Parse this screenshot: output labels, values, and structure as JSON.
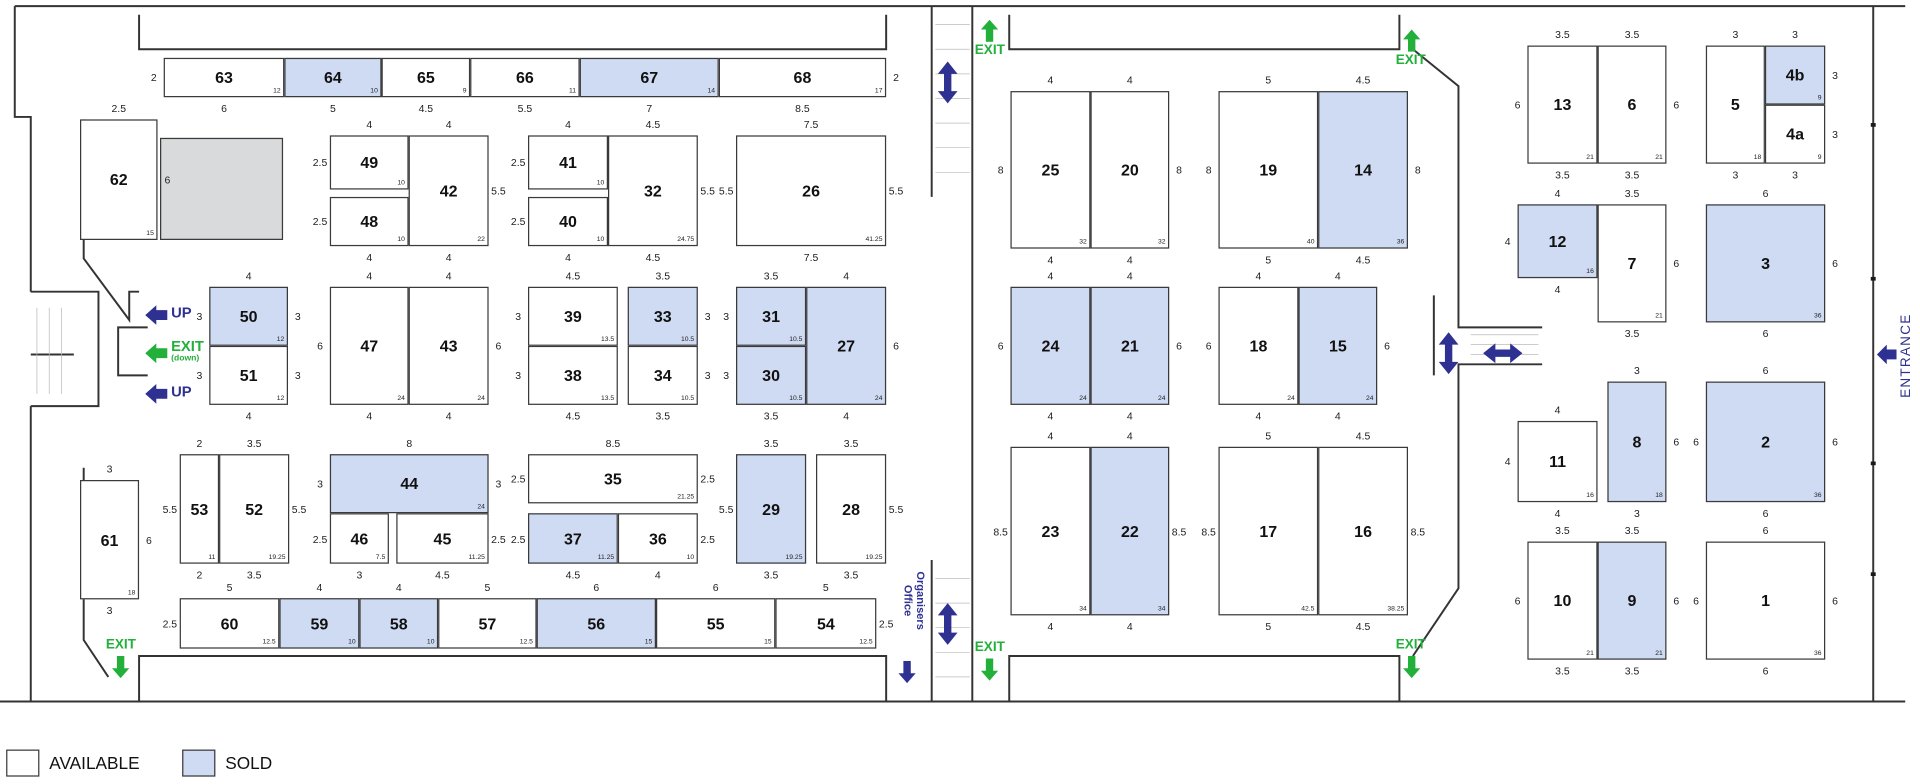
{
  "colors": {
    "sold": "#cfdaf3",
    "available": "#ffffff",
    "arrow_blue": "#2e3192",
    "exit_green": "#22b03a"
  },
  "labels": {
    "exit": "EXIT",
    "exit_down": "(down)",
    "up": "UP",
    "organisers": "Organisers",
    "office": "Office",
    "entrance": "ENTRANCE"
  },
  "legend": {
    "available": "AVAILABLE",
    "sold": "SOLD"
  },
  "booths": [
    {
      "n": "63",
      "area": "12",
      "sold": false,
      "dims": {
        "l": "2",
        "b": "6"
      }
    },
    {
      "n": "64",
      "area": "10",
      "sold": true,
      "dims": {
        "b": "5"
      }
    },
    {
      "n": "65",
      "area": "9",
      "sold": false,
      "dims": {
        "b": "4.5"
      }
    },
    {
      "n": "66",
      "area": "11",
      "sold": false,
      "dims": {
        "b": "5.5"
      }
    },
    {
      "n": "67",
      "area": "14",
      "sold": true,
      "dims": {
        "b": "7"
      }
    },
    {
      "n": "68",
      "area": "17",
      "sold": false,
      "dims": {
        "b": "8.5",
        "r": "2"
      }
    },
    {
      "n": "62",
      "area": "15",
      "sold": false,
      "dims": {
        "t": "2.5",
        "r": "6"
      }
    },
    {
      "n": "49",
      "area": "10",
      "sold": false,
      "dims": {
        "t": "4",
        "l": "2.5"
      }
    },
    {
      "n": "48",
      "area": "10",
      "sold": false,
      "dims": {
        "b": "4",
        "l": "2.5"
      }
    },
    {
      "n": "42",
      "area": "22",
      "sold": false,
      "dims": {
        "t": "4",
        "b": "4",
        "r": "5.5"
      }
    },
    {
      "n": "41",
      "area": "10",
      "sold": false,
      "dims": {
        "t": "4",
        "l": "2.5"
      }
    },
    {
      "n": "40",
      "area": "10",
      "sold": false,
      "dims": {
        "b": "4",
        "l": "2.5"
      }
    },
    {
      "n": "32",
      "area": "24.75",
      "sold": false,
      "dims": {
        "t": "4.5",
        "b": "4.5",
        "r": "5.5"
      }
    },
    {
      "n": "26",
      "area": "41.25",
      "sold": false,
      "dims": {
        "t": "7.5",
        "b": "7.5",
        "l": "5.5",
        "r": "5.5"
      }
    },
    {
      "n": "50",
      "area": "12",
      "sold": true,
      "dims": {
        "t": "4",
        "l": "3",
        "r": "3"
      }
    },
    {
      "n": "51",
      "area": "12",
      "sold": false,
      "dims": {
        "b": "4",
        "l": "3",
        "r": "3"
      }
    },
    {
      "n": "47",
      "area": "24",
      "sold": false,
      "dims": {
        "t": "4",
        "b": "4",
        "l": "6"
      }
    },
    {
      "n": "43",
      "area": "24",
      "sold": false,
      "dims": {
        "t": "4",
        "b": "4",
        "r": "6"
      }
    },
    {
      "n": "39",
      "area": "13.5",
      "sold": false,
      "dims": {
        "t": "4.5",
        "l": "3"
      }
    },
    {
      "n": "38",
      "area": "13.5",
      "sold": false,
      "dims": {
        "b": "4.5",
        "l": "3"
      }
    },
    {
      "n": "33",
      "area": "10.5",
      "sold": true,
      "dims": {
        "t": "3.5",
        "r": "3"
      }
    },
    {
      "n": "34",
      "area": "10.5",
      "sold": false,
      "dims": {
        "b": "3.5",
        "r": "3"
      }
    },
    {
      "n": "31",
      "area": "10.5",
      "sold": true,
      "dims": {
        "t": "3.5",
        "l": "3"
      }
    },
    {
      "n": "30",
      "area": "10.5",
      "sold": true,
      "dims": {
        "b": "3.5",
        "l": "3"
      }
    },
    {
      "n": "27",
      "area": "24",
      "sold": true,
      "dims": {
        "t": "4",
        "b": "4",
        "r": "6"
      }
    },
    {
      "n": "61",
      "area": "18",
      "sold": false,
      "dims": {
        "t": "3",
        "b": "3",
        "r": "6"
      }
    },
    {
      "n": "53",
      "area": "11",
      "sold": false,
      "dims": {
        "t": "2",
        "b": "2",
        "l": "5.5"
      }
    },
    {
      "n": "52",
      "area": "19.25",
      "sold": false,
      "dims": {
        "t": "3.5",
        "b": "3.5",
        "r": "5.5"
      }
    },
    {
      "n": "44",
      "area": "24",
      "sold": true,
      "dims": {
        "t": "8",
        "l": "3",
        "r": "3"
      }
    },
    {
      "n": "46",
      "area": "7.5",
      "sold": false,
      "dims": {
        "b": "3",
        "l": "2.5"
      }
    },
    {
      "n": "45",
      "area": "11.25",
      "sold": false,
      "dims": {
        "b": "4.5",
        "r": "2.5"
      }
    },
    {
      "n": "35",
      "area": "21.25",
      "sold": false,
      "dims": {
        "t": "8.5",
        "l": "2.5",
        "r": "2.5"
      }
    },
    {
      "n": "37",
      "area": "11.25",
      "sold": true,
      "dims": {
        "b": "4.5",
        "l": "2.5"
      }
    },
    {
      "n": "36",
      "area": "10",
      "sold": false,
      "dims": {
        "b": "4",
        "r": "2.5"
      }
    },
    {
      "n": "29",
      "area": "19.25",
      "sold": true,
      "dims": {
        "t": "3.5",
        "b": "3.5",
        "l": "5.5"
      }
    },
    {
      "n": "28",
      "area": "19.25",
      "sold": false,
      "dims": {
        "t": "3.5",
        "b": "3.5",
        "r": "5.5"
      }
    },
    {
      "n": "60",
      "area": "12.5",
      "sold": false,
      "dims": {
        "t": "5",
        "l": "2.5"
      }
    },
    {
      "n": "59",
      "area": "10",
      "sold": true,
      "dims": {
        "t": "4"
      }
    },
    {
      "n": "58",
      "area": "10",
      "sold": true,
      "dims": {
        "t": "4"
      }
    },
    {
      "n": "57",
      "area": "12.5",
      "sold": false,
      "dims": {
        "t": "5"
      }
    },
    {
      "n": "56",
      "area": "15",
      "sold": true,
      "dims": {
        "t": "6"
      }
    },
    {
      "n": "55",
      "area": "15",
      "sold": false,
      "dims": {
        "t": "6"
      }
    },
    {
      "n": "54",
      "area": "12.5",
      "sold": false,
      "dims": {
        "t": "5",
        "r": "2.5"
      }
    },
    {
      "n": "25",
      "area": "32",
      "sold": false,
      "dims": {
        "t": "4",
        "b": "4",
        "l": "8"
      }
    },
    {
      "n": "20",
      "area": "32",
      "sold": false,
      "dims": {
        "t": "4",
        "b": "4",
        "r": "8"
      }
    },
    {
      "n": "19",
      "area": "40",
      "sold": false,
      "dims": {
        "t": "5",
        "b": "5",
        "l": "8"
      }
    },
    {
      "n": "14",
      "area": "36",
      "sold": true,
      "dims": {
        "t": "4.5",
        "b": "4.5",
        "r": "8"
      }
    },
    {
      "n": "24",
      "area": "24",
      "sold": true,
      "dims": {
        "t": "4",
        "b": "4",
        "l": "6"
      }
    },
    {
      "n": "21",
      "area": "24",
      "sold": true,
      "dims": {
        "t": "4",
        "b": "4",
        "r": "6"
      }
    },
    {
      "n": "18",
      "area": "24",
      "sold": false,
      "dims": {
        "t": "4",
        "b": "4",
        "l": "6"
      }
    },
    {
      "n": "15",
      "area": "24",
      "sold": true,
      "dims": {
        "t": "4",
        "b": "4",
        "r": "6"
      }
    },
    {
      "n": "23",
      "area": "34",
      "sold": false,
      "dims": {
        "t": "4",
        "b": "4",
        "l": "8.5"
      }
    },
    {
      "n": "22",
      "area": "34",
      "sold": true,
      "dims": {
        "t": "4",
        "b": "4",
        "r": "8.5"
      }
    },
    {
      "n": "17",
      "area": "42.5",
      "sold": false,
      "dims": {
        "t": "5",
        "b": "5",
        "l": "8.5"
      }
    },
    {
      "n": "16",
      "area": "38.25",
      "sold": false,
      "dims": {
        "t": "4.5",
        "b": "4.5",
        "r": "8.5"
      }
    },
    {
      "n": "13",
      "area": "21",
      "sold": false,
      "dims": {
        "t": "3.5",
        "b": "3.5",
        "l": "6"
      }
    },
    {
      "n": "6",
      "area": "21",
      "sold": false,
      "dims": {
        "t": "3.5",
        "b": "3.5",
        "r": "6"
      }
    },
    {
      "n": "5",
      "area": "18",
      "sold": false,
      "dims": {
        "t": "3",
        "b": "3"
      }
    },
    {
      "n": "4b",
      "area": "9",
      "sold": true,
      "dims": {
        "t": "3",
        "r": "3"
      }
    },
    {
      "n": "4a",
      "area": "9",
      "sold": false,
      "dims": {
        "b": "3",
        "r": "3"
      }
    },
    {
      "n": "12",
      "area": "16",
      "sold": true,
      "dims": {
        "t": "4",
        "b": "4",
        "l": "4"
      }
    },
    {
      "n": "7",
      "area": "21",
      "sold": false,
      "dims": {
        "t": "3.5",
        "b": "3.5",
        "r": "6"
      }
    },
    {
      "n": "3",
      "area": "36",
      "sold": true,
      "dims": {
        "t": "6",
        "b": "6",
        "r": "6"
      }
    },
    {
      "n": "11",
      "area": "16",
      "sold": false,
      "dims": {
        "t": "4",
        "b": "4",
        "l": "4"
      }
    },
    {
      "n": "8",
      "area": "18",
      "sold": true,
      "dims": {
        "t": "3",
        "b": "3",
        "r": "6"
      }
    },
    {
      "n": "2",
      "area": "36",
      "sold": true,
      "dims": {
        "t": "6",
        "b": "6",
        "l": "6",
        "r": "6"
      }
    },
    {
      "n": "10",
      "area": "21",
      "sold": false,
      "dims": {
        "t": "3.5",
        "b": "3.5",
        "l": "6"
      }
    },
    {
      "n": "9",
      "area": "21",
      "sold": true,
      "dims": {
        "t": "3.5",
        "b": "3.5",
        "r": "6"
      }
    },
    {
      "n": "1",
      "area": "36",
      "sold": false,
      "dims": {
        "t": "6",
        "b": "6",
        "l": "6",
        "r": "6"
      }
    }
  ]
}
